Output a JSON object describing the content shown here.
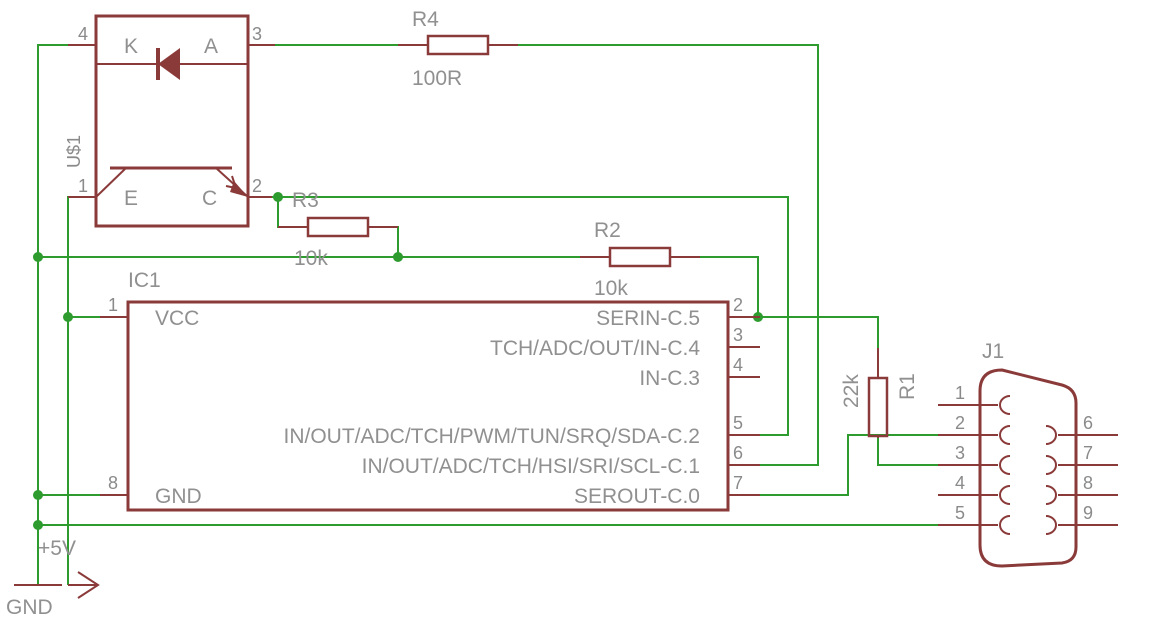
{
  "optocoupler": {
    "name": "U$1",
    "pins": [
      "4",
      "3",
      "1",
      "2"
    ],
    "labels": {
      "k": "K",
      "a": "A",
      "e": "E",
      "c": "C"
    }
  },
  "resistors": {
    "r4": {
      "name": "R4",
      "value": "100R"
    },
    "r3": {
      "name": "R3",
      "value": "10k"
    },
    "r2": {
      "name": "R2",
      "value": "10k"
    },
    "r1": {
      "name": "R1",
      "value": "22k"
    }
  },
  "ic": {
    "name": "IC1",
    "left_pins": [
      {
        "num": "1",
        "label": "VCC"
      },
      {
        "num": "8",
        "label": "GND"
      }
    ],
    "right_pins": [
      {
        "num": "2",
        "label": "SERIN-C.5"
      },
      {
        "num": "3",
        "label": "TCH/ADC/OUT/IN-C.4"
      },
      {
        "num": "4",
        "label": "IN-C.3"
      },
      {
        "num": "5",
        "label": "IN/OUT/ADC/TCH/PWM/TUN/SRQ/SDA-C.2"
      },
      {
        "num": "6",
        "label": "IN/OUT/ADC/TCH/HSI/SRI/SCL-C.1"
      },
      {
        "num": "7",
        "label": "SEROUT-C.0"
      }
    ]
  },
  "connector": {
    "name": "J1",
    "left_pins": [
      "1",
      "2",
      "3",
      "4",
      "5"
    ],
    "right_pins": [
      "6",
      "7",
      "8",
      "9"
    ]
  },
  "supply": {
    "vcc": "+5V",
    "gnd": "GND"
  }
}
